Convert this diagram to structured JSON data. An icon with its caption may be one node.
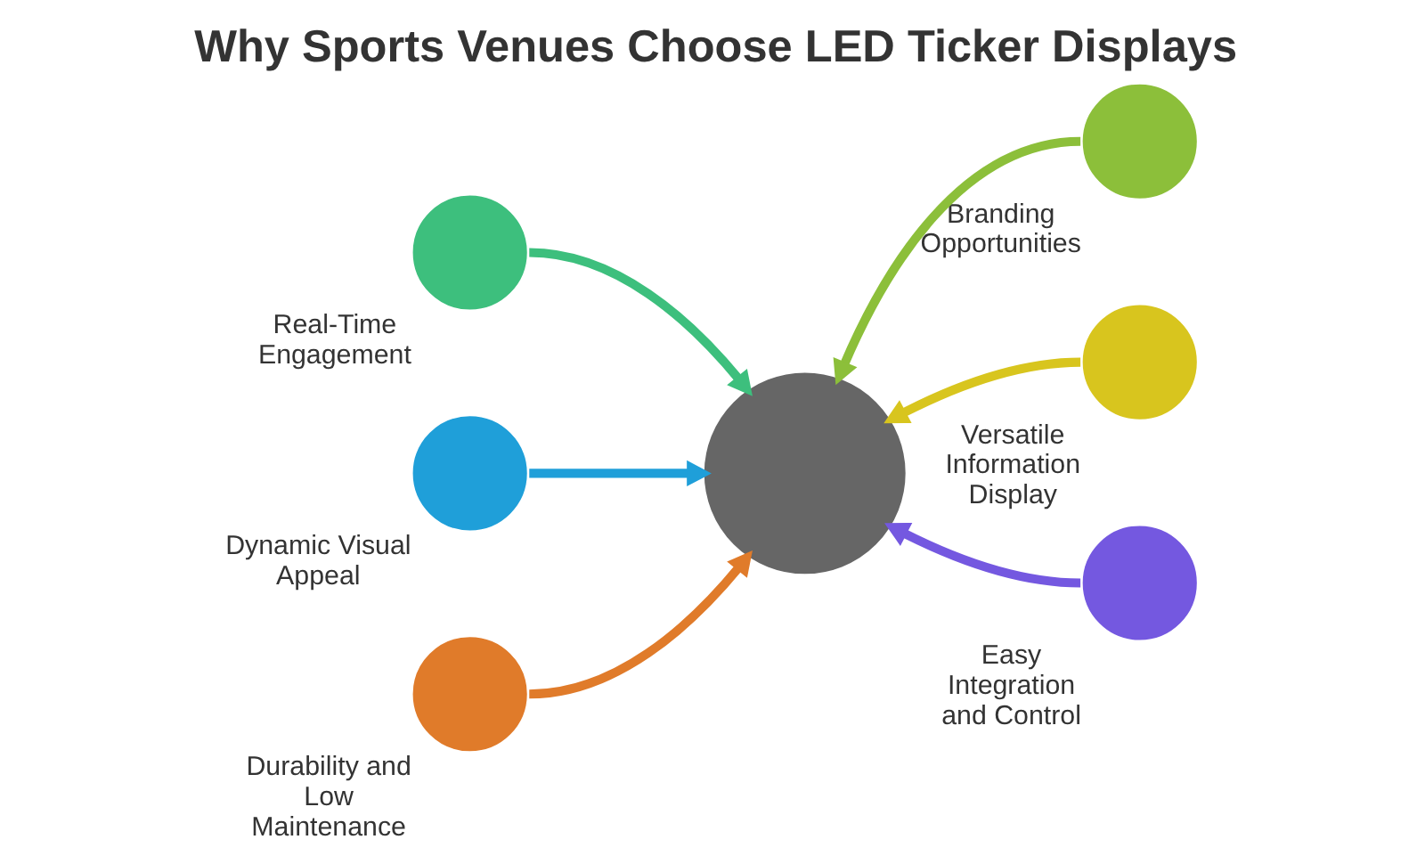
{
  "diagram": {
    "title": "Why Sports Venues Choose LED Ticker Displays",
    "nodes": [
      {
        "text": [],
        "shape": "circle",
        "beside": [
          "Real-Time Engagement"
        ]
      },
      {
        "text": [],
        "shape": "circle",
        "beside": [
          "Branding Opportunities"
        ]
      },
      {
        "text": [],
        "shape": "circle",
        "beside": [
          "Dynamic Visual Appeal"
        ]
      },
      {
        "text": [],
        "shape": "circle"
      },
      {
        "text": [],
        "shape": "circle",
        "beside": [
          "Versatile Information Display"
        ]
      },
      {
        "text": [],
        "shape": "circle",
        "beside": [
          "Durability and Low Maintenance"
        ]
      },
      {
        "text": [],
        "shape": "circle",
        "beside": [
          "Easy Integration and Control"
        ]
      }
    ],
    "edges": [
      {
        "from": 0,
        "to": 3,
        "arrow": "to",
        "color": "#3dbf7d"
      },
      {
        "from": 1,
        "to": 3,
        "arrow": "to",
        "color": "#8cbf3a"
      },
      {
        "from": 2,
        "to": 3,
        "arrow": "to",
        "color": "#1f9fd9"
      },
      {
        "from": 4,
        "to": 3,
        "arrow": "to",
        "color": "#d8c51e"
      },
      {
        "from": 5,
        "to": 3,
        "arrow": "to",
        "color": "#e07b2a"
      },
      {
        "from": 6,
        "to": 3,
        "arrow": "to",
        "color": "#7458e0"
      }
    ]
  }
}
